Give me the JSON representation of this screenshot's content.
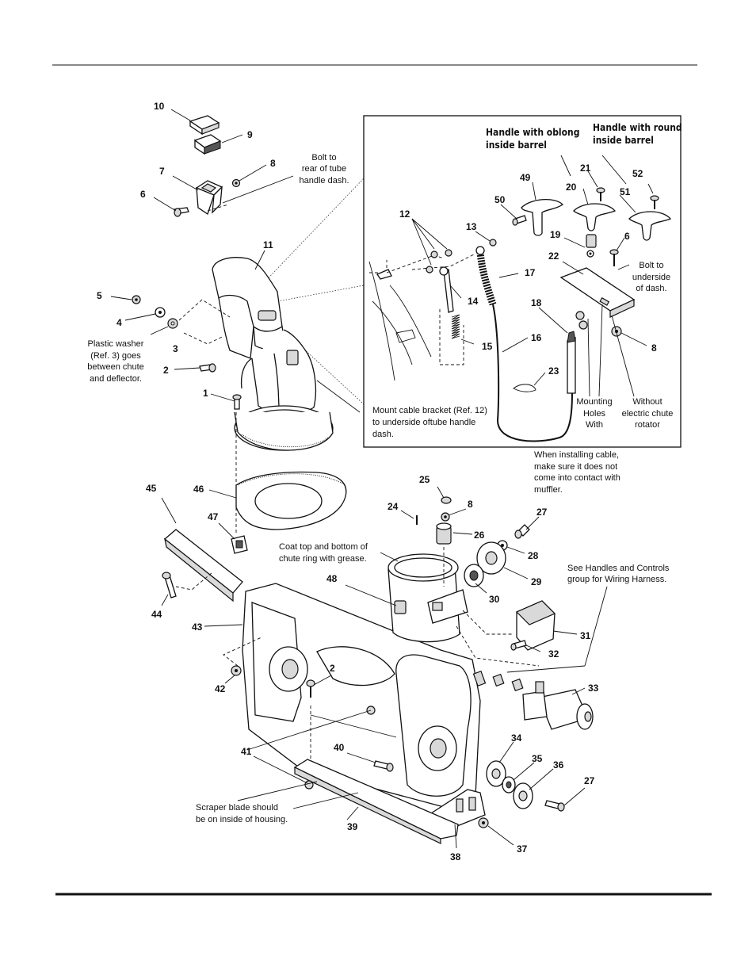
{
  "callouts": [
    "10",
    "9",
    "8",
    "7",
    "6",
    "11",
    "5",
    "4",
    "3",
    "2",
    "1",
    "45",
    "46",
    "47",
    "44",
    "43",
    "42",
    "2",
    "41",
    "40",
    "39",
    "38",
    "37",
    "27",
    "36",
    "35",
    "34",
    "33",
    "32",
    "31",
    "30",
    "29",
    "28",
    "27",
    "26",
    "25",
    "24",
    "8",
    "48",
    "12",
    "13",
    "14",
    "15",
    "16",
    "17",
    "18",
    "19",
    "20",
    "21",
    "22",
    "23",
    "6",
    "8",
    "49",
    "50",
    "51",
    "52"
  ],
  "notes": {
    "bolt_rear": [
      "Bolt to",
      "rear of tube",
      "handle dash."
    ],
    "plastic_washer": [
      "Plastic washer",
      "(Ref. 3) goes",
      "between chute",
      "and deflector."
    ],
    "mount_cable": [
      "Mount cable bracket (Ref. 12)",
      "to underside oftube handle",
      "dash."
    ],
    "bolt_underside": [
      "Bolt to",
      "underside",
      "of dash."
    ],
    "mounting_holes": [
      "Mounting",
      "Holes",
      "With"
    ],
    "without_rotator": [
      "Without",
      "electric chute",
      "rotator"
    ],
    "handle_oblong": [
      "Handle with oblong",
      "inside barrel"
    ],
    "handle_round": [
      "Handle with round",
      "inside barrel"
    ],
    "installing_cable": [
      "When installing cable,",
      "make sure it does not",
      "come into contact with",
      "muffler."
    ],
    "coat_top": [
      "Coat top and bottom of",
      "chute ring with grease."
    ],
    "see_handles": [
      "See Handles and Controls",
      "group for Wiring Harness."
    ],
    "scraper": [
      "Scraper blade should",
      "be on inside of housing."
    ]
  }
}
